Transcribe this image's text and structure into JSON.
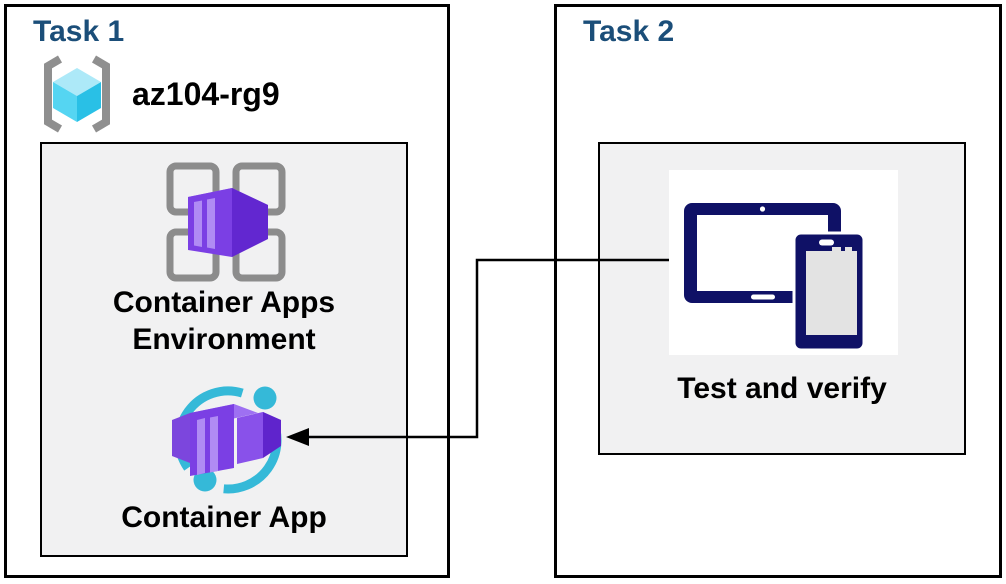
{
  "task1": {
    "title": "Task 1",
    "resource_group": {
      "name": "az104-rg9",
      "icon": "resource-group-icon"
    },
    "nodes": [
      {
        "id": "container-apps-environment",
        "label": "Container Apps Environment",
        "icon": "container-apps-environment-icon"
      },
      {
        "id": "container-app",
        "label": "Container App",
        "icon": "container-app-icon"
      }
    ]
  },
  "task2": {
    "title": "Task 2",
    "nodes": [
      {
        "id": "test-and-verify",
        "label": "Test and verify",
        "icon": "tablet-and-phone-icon"
      }
    ]
  },
  "connection": {
    "from": "test-and-verify",
    "to": "container-app",
    "type": "elbow-arrow",
    "direction": "right-to-left"
  },
  "colors": {
    "task_title_blue": "#1b4e79",
    "box_border": "#000000",
    "inner_box_bg": "#f1f1f2",
    "container_purple": "#7b3fe4",
    "container_purple_light": "#9e70f2",
    "container_purple_dark": "#6227d0",
    "container_stripe": "#b08bf4",
    "app_circle_teal": "#35b9d8",
    "resource_group_cyan_top": "#ade9f8",
    "resource_group_cyan_left": "#55d5f2",
    "resource_group_cyan_right": "#29c0e6",
    "bracket_gray": "#8f8f8f",
    "grid_gray": "#8c8c8c",
    "device_navy": "#0f1166",
    "device_screen_gray": "#e3e3e3"
  }
}
